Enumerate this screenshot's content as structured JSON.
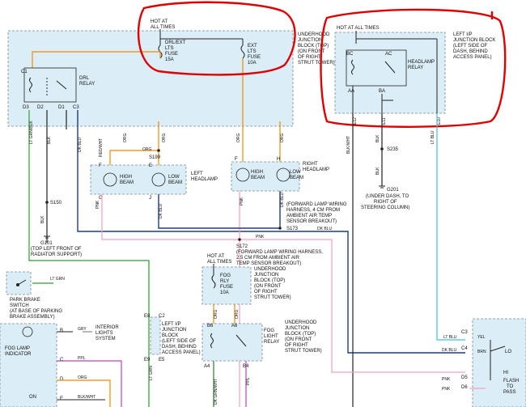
{
  "junction_top": {
    "hot_at": "HOT AT",
    "all_times": "ALL TIMES",
    "fuse1": [
      "DRL/EXT",
      "LTS",
      "FUSE",
      "15A"
    ],
    "fuse2": [
      "EXT",
      "LTS",
      "FUSE",
      "10A"
    ],
    "block_label": [
      "UNDERHOOD",
      "JUNCTION",
      "BLOCK (TOP)",
      "(ON FRONT",
      "OF RIGHT",
      "STRUT TOWER)"
    ],
    "drl_relay": [
      "DRL",
      "RELAY"
    ],
    "pins": [
      "C1",
      "D3",
      "D2",
      "D1",
      "C3"
    ]
  },
  "ip_block": {
    "hot_at": "HOT AT ALL TIMES",
    "label": [
      "LEFT I/P",
      "JUNCTION BLOCK",
      "(LEFT SIDE OF",
      "DASH, BEHIND",
      "ACCESS PANEL)"
    ],
    "relay": [
      "HEADLAMP",
      "RELAY"
    ],
    "pins": [
      "BC",
      "AC",
      "AA",
      "BA",
      "E12",
      "E11",
      "E10"
    ]
  },
  "wires": {
    "lt_grn_blk": "LT GRN/BLK",
    "blk": "BLK",
    "dk_blu": "DK BLU",
    "red_wht": "RED/WHT",
    "org": "ORG",
    "blk_wht": "BLK/WHT",
    "lt_blu": "LT BLU",
    "pnk": "PNK",
    "lt_grn": "LT GRN",
    "gry": "GRY",
    "ppl": "PPL",
    "dk_grn_wht": "DK GRN/WHT",
    "yel": "YEL",
    "brn": "BRN"
  },
  "splices": [
    "S199",
    "S150",
    "S173",
    "S172",
    "S235"
  ],
  "grounds": {
    "g101": [
      "G101",
      "(TOP LEFT FRONT OF",
      "RADIATOR SUPPORT)"
    ],
    "g201": [
      "G201",
      "(UNDER DASH, TO",
      "RIGHT OF",
      "STEERING COLUMN)"
    ]
  },
  "headlamps": {
    "left": [
      "LEFT",
      "HEADLAMP"
    ],
    "right": [
      "RIGHT",
      "HEADLAMP"
    ],
    "high": [
      "HIGH",
      "BEAM"
    ],
    "low": [
      "LOW",
      "BEAM"
    ],
    "pins": [
      "F",
      "E",
      "G",
      "J",
      "H"
    ]
  },
  "harness_notes": {
    "n1": [
      "(FORWARD LAMP WIRING",
      "HARNESS, 4 CM FROM",
      "AMBIENT AIR TEMP",
      "SENSOR BREAKOUT)"
    ],
    "n2": [
      "(FORWARD LAMP WIRING HARNESS,",
      "2.5 CM FROM AMBIENT AIR",
      "TEMP SENSOR BREAKOUT)"
    ]
  },
  "fog_block": {
    "hot": [
      "HOT AT",
      "ALL TIMES"
    ],
    "fuse": [
      "FOG",
      "RLY",
      "FUSE",
      "10A"
    ],
    "block": [
      "UNDERHOOD",
      "JUNCTION",
      "BLOCK (TOP)",
      "(ON FRONT",
      "OF RIGHT",
      "STRUT TOWER)"
    ],
    "relay": [
      "FOG",
      "LIGHT",
      "RELAY"
    ],
    "relay_block": [
      "UNDERHOOD",
      "JUNCTION",
      "BLOCK (TOP)",
      "(ON FRONT",
      "OF RIGHT",
      "STRUT TOWER)"
    ],
    "pins": [
      "B6",
      "A6",
      "A4",
      "B4"
    ]
  },
  "lp_block": {
    "pins": [
      "E8",
      "C2",
      "E9",
      "E5"
    ],
    "label": [
      "LEFT I/P",
      "JUNCTION",
      "BLOCK",
      "(LEFT SIDE OF",
      "DASH, BEHIND",
      "ACCESS PANEL)"
    ]
  },
  "park_brake": [
    "PARK BRAKE",
    "SWITCH",
    "(AT BASE OF PARKING",
    "BRAKE ASSEMBLY)"
  ],
  "interior": [
    "INTERIOR",
    "LIGHTS",
    "SYSTEM"
  ],
  "fog_indicator": [
    "FOG LAMP",
    "INDICATOR"
  ],
  "fog_pins": [
    "B",
    "C",
    "D",
    "E"
  ],
  "fog_on": "ON",
  "switch_right": {
    "pins": [
      "C3",
      "C4",
      "D5",
      "D6"
    ],
    "lo": "LO",
    "hi": "HI",
    "flash": [
      "FLASH",
      "TO",
      "PASS"
    ]
  },
  "annotation_colors": {
    "ink": "#e00000"
  }
}
